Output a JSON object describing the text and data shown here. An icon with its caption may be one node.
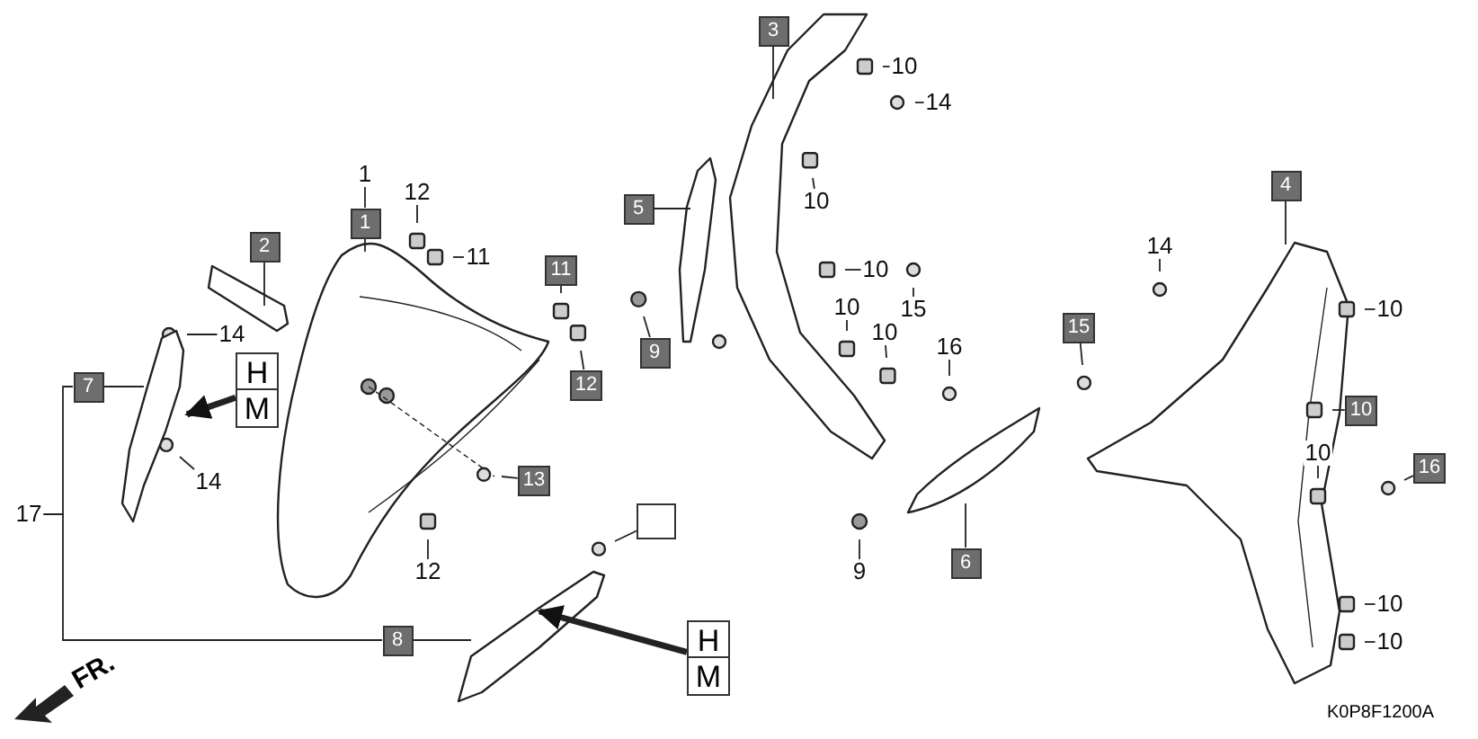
{
  "diagram": {
    "nodes": [
      {
        "text": [
          "1"
        ]
      },
      {
        "text": [
          "1"
        ]
      },
      {
        "text": [
          "12"
        ]
      },
      {
        "text": [
          "11"
        ]
      },
      {
        "text": [
          "2"
        ]
      },
      {
        "text": [
          "14"
        ]
      },
      {
        "text": [
          "H",
          "M"
        ]
      },
      {
        "text": [
          "7"
        ]
      },
      {
        "text": [
          "14"
        ]
      },
      {
        "text": [
          "17"
        ]
      },
      {
        "text": [
          "13"
        ]
      },
      {
        "text": [
          "12"
        ]
      },
      {
        "text": [
          "8"
        ]
      },
      {
        "text": [
          "H",
          "M"
        ]
      },
      {
        "text": [],
        "shape": "box"
      },
      {
        "text": [
          "3"
        ]
      },
      {
        "text": [
          "10"
        ]
      },
      {
        "text": [
          "14"
        ]
      },
      {
        "text": [
          "10"
        ]
      },
      {
        "text": [
          "5"
        ]
      },
      {
        "text": [
          "11"
        ]
      },
      {
        "text": [
          "10"
        ]
      },
      {
        "text": [
          "15"
        ]
      },
      {
        "text": [
          "10"
        ]
      },
      {
        "text": [
          "10"
        ]
      },
      {
        "text": [
          "16"
        ]
      },
      {
        "text": [
          "9"
        ]
      },
      {
        "text": [
          "12"
        ]
      },
      {
        "text": [
          "9"
        ]
      },
      {
        "text": [
          "6"
        ]
      },
      {
        "text": [
          "4"
        ]
      },
      {
        "text": [
          "14"
        ]
      },
      {
        "text": [
          "15"
        ]
      },
      {
        "text": [
          "10"
        ]
      },
      {
        "text": [
          "10"
        ]
      },
      {
        "text": [
          "10"
        ]
      },
      {
        "text": [
          "16"
        ]
      },
      {
        "text": [
          "10"
        ]
      },
      {
        "text": [
          "10"
        ]
      },
      {
        "text": [],
        "shape": "picture"
      }
    ],
    "edges": [
      {
        "from": 0,
        "to": 1,
        "arrow": "none"
      },
      {
        "from": 1,
        "to": null,
        "arrow": "none"
      },
      {
        "from": 2,
        "to": null,
        "arrow": "none"
      },
      {
        "from": 3,
        "to": null,
        "arrow": "none"
      },
      {
        "from": 4,
        "to": null,
        "arrow": "none"
      },
      {
        "from": 5,
        "to": 39,
        "arrow": "none"
      },
      {
        "from": 6,
        "to": 39,
        "arrow": "to",
        "style": "thick"
      },
      {
        "from": 7,
        "to": 39,
        "arrow": "none"
      },
      {
        "from": 8,
        "to": 39,
        "arrow": "none"
      },
      {
        "from": 9,
        "to": 7,
        "arrow": "none"
      },
      {
        "from": 9,
        "to": 12,
        "arrow": "none"
      },
      {
        "from": 10,
        "to": null,
        "arrow": "none"
      },
      {
        "from": 11,
        "to": null,
        "arrow": "none"
      },
      {
        "from": 12,
        "to": null,
        "arrow": "none"
      },
      {
        "from": 13,
        "to": null,
        "arrow": "to",
        "style": "thick"
      },
      {
        "from": 14,
        "to": null,
        "arrow": "none"
      },
      {
        "from": 15,
        "to": null,
        "arrow": "none"
      },
      {
        "from": 16,
        "to": null,
        "arrow": "none"
      },
      {
        "from": 17,
        "to": null,
        "arrow": "none"
      },
      {
        "from": 18,
        "to": null,
        "arrow": "none"
      },
      {
        "from": 19,
        "to": null,
        "arrow": "none"
      },
      {
        "from": 20,
        "to": null,
        "arrow": "none"
      },
      {
        "from": 21,
        "to": null,
        "arrow": "none"
      },
      {
        "from": 22,
        "to": null,
        "arrow": "none"
      },
      {
        "from": 23,
        "to": null,
        "arrow": "none"
      },
      {
        "from": 24,
        "to": null,
        "arrow": "none"
      },
      {
        "from": 25,
        "to": null,
        "arrow": "none"
      },
      {
        "from": 26,
        "to": null,
        "arrow": "none"
      },
      {
        "from": 27,
        "to": null,
        "arrow": "none"
      },
      {
        "from": 28,
        "to": null,
        "arrow": "none"
      },
      {
        "from": 29,
        "to": null,
        "arrow": "none"
      },
      {
        "from": 30,
        "to": null,
        "arrow": "none"
      },
      {
        "from": 31,
        "to": null,
        "arrow": "none"
      },
      {
        "from": 32,
        "to": null,
        "arrow": "none"
      },
      {
        "from": 33,
        "to": null,
        "arrow": "none"
      },
      {
        "from": 34,
        "to": null,
        "arrow": "none"
      },
      {
        "from": 35,
        "to": null,
        "arrow": "none"
      },
      {
        "from": 36,
        "to": null,
        "arrow": "none"
      },
      {
        "from": 37,
        "to": null,
        "arrow": "none"
      },
      {
        "from": 38,
        "to": null,
        "arrow": "none"
      }
    ],
    "labels": [
      "FR.",
      "K0P8F1200A"
    ]
  }
}
